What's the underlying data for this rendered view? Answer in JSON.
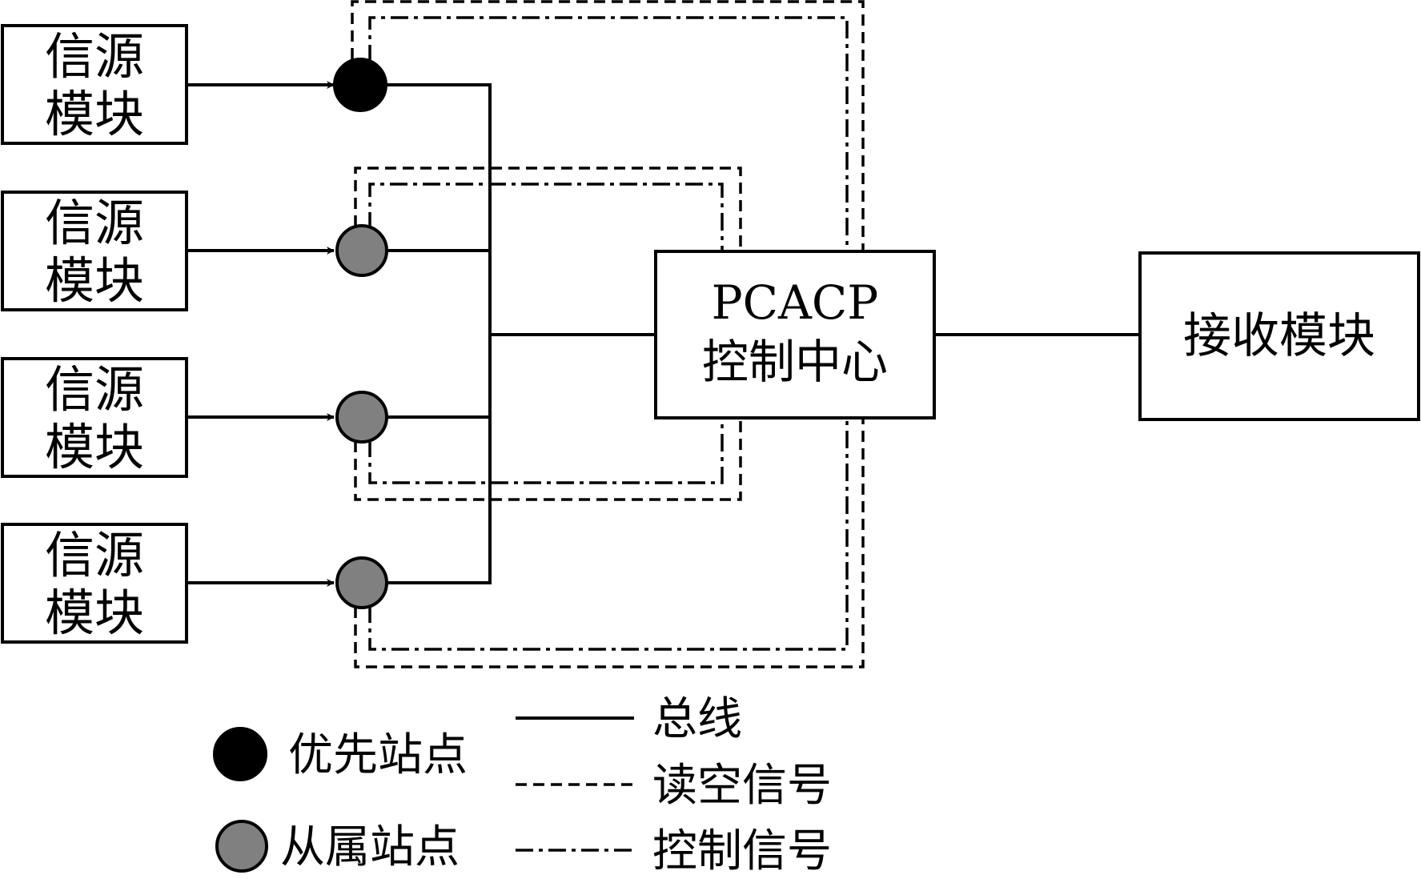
{
  "colors": {
    "line": "#000000",
    "priority_station": "#000000",
    "subordinate_station": "#808080",
    "background": "#ffffff"
  },
  "source_modules": [
    {
      "line1": "信源",
      "line2": "模块",
      "station": "priority"
    },
    {
      "line1": "信源",
      "line2": "模块",
      "station": "subordinate"
    },
    {
      "line1": "信源",
      "line2": "模块",
      "station": "subordinate"
    },
    {
      "line1": "信源",
      "line2": "模块",
      "station": "subordinate"
    }
  ],
  "control_center": {
    "line1": "PCACP",
    "line2": "控制中心"
  },
  "receiver": {
    "label": "接收模块"
  },
  "legend": {
    "priority_station": "优先站点",
    "subordinate_station": "从属站点",
    "bus": "总线",
    "read_signal": "读空信号",
    "control_signal": "控制信号"
  }
}
